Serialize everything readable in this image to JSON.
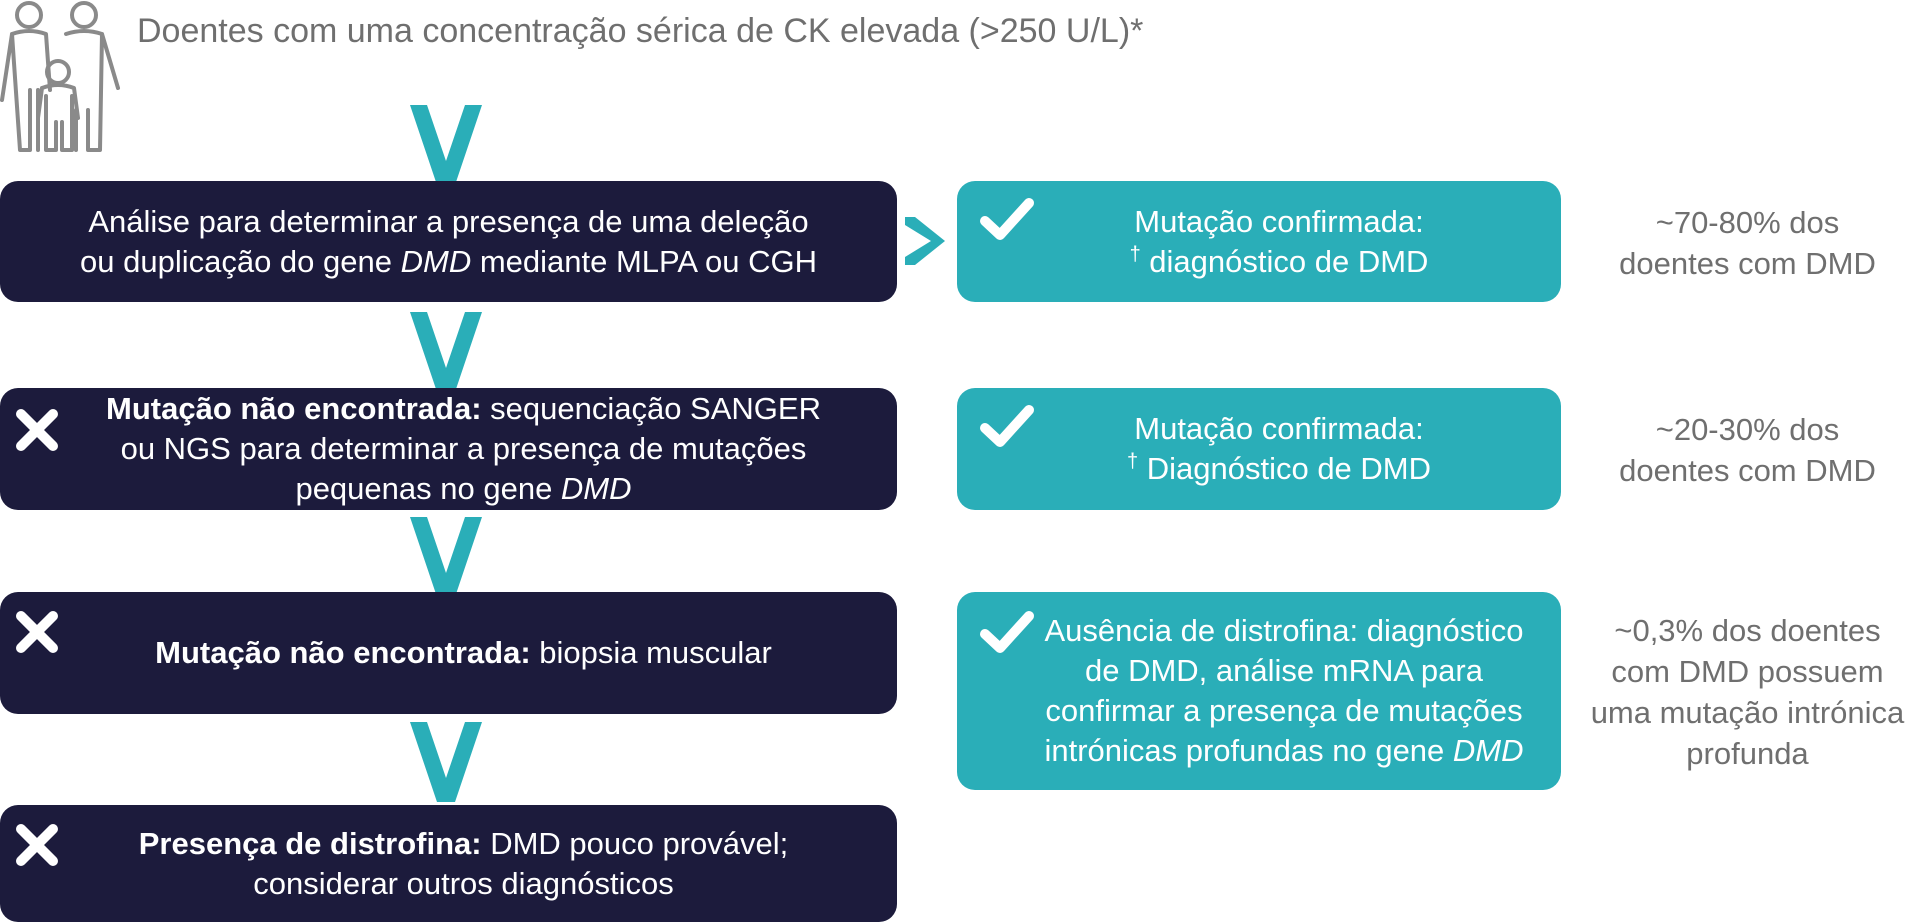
{
  "header": {
    "text": "Doentes com uma concentração sérica de CK elevada (>250 U/L)*"
  },
  "colors": {
    "dark_box": "#1c1b3c",
    "teal_box": "#2aaeb8",
    "arrow": "#2aaeb8",
    "text_gray": "#6f6f6f"
  },
  "icons": {
    "family": "family-icon",
    "down_arrow": "chevron-down-icon",
    "right_arrow": "chevron-right-icon",
    "x": "x-icon",
    "check": "check-icon"
  },
  "step1": {
    "line1": "Análise para determinar a presença de uma deleção",
    "line2_pre": "ou duplicação do gene ",
    "line2_gene": "DMD",
    "line2_post": " mediante MLPA ou CGH"
  },
  "step2": {
    "bold": "Mutação não encontrada:",
    "line1_rest": " sequenciação SANGER",
    "line2": "ou NGS para determinar a presença de mutações",
    "line3_pre": "pequenas no gene ",
    "line3_gene": "DMD"
  },
  "step3": {
    "bold": "Mutação não encontrada:",
    "rest": " biopsia muscular"
  },
  "step4": {
    "bold": "Presença de distrofina:",
    "line1_rest": " DMD pouco provável;",
    "line2": "considerar outros diagnósticos"
  },
  "result1": {
    "line1": "Mutação confirmada:",
    "dagger": "†",
    "line2": " diagnóstico de DMD"
  },
  "result2": {
    "line1": "Mutação confirmada:",
    "dagger": "†",
    "line2": " Diagnóstico de DMD"
  },
  "result3": {
    "line1": "Ausência de distrofina: diagnóstico",
    "line2": "de DMD, análise mRNA para",
    "line3": "confirmar a presença de mutações",
    "line4_pre": "intrónicas profundas no gene ",
    "line4_gene": "DMD"
  },
  "stat1": {
    "line1": "~70-80% dos",
    "line2": "doentes com DMD"
  },
  "stat2": {
    "line1": "~20-30% dos",
    "line2": "doentes com DMD"
  },
  "stat3": {
    "line1": "~0,3% dos doentes",
    "line2": "com DMD possuem",
    "line3": "uma mutação intrónica",
    "line4": "profunda"
  }
}
